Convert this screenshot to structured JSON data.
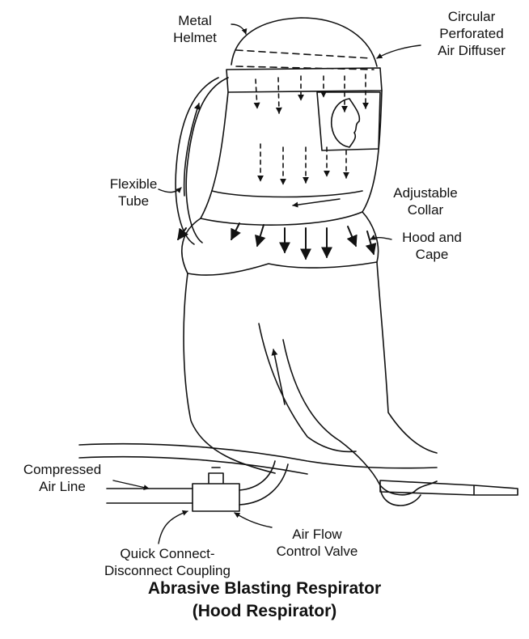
{
  "labels": {
    "metal_helmet": "Metal\nHelmet",
    "air_diffuser": "Circular\nPerforated\nAir Diffuser",
    "flexible_tube": "Flexible\nTube",
    "adjustable_collar": "Adjustable\nCollar",
    "hood_and_cape": "Hood and\nCape",
    "compressed_air_line": "Compressed\nAir Line",
    "quick_connect": "Quick Connect-\nDisconnect Coupling",
    "air_flow_valve": "Air Flow\nControl Valve"
  },
  "caption": {
    "line1": "Abrasive Blasting Respirator",
    "line2": "(Hood Respirator)"
  }
}
